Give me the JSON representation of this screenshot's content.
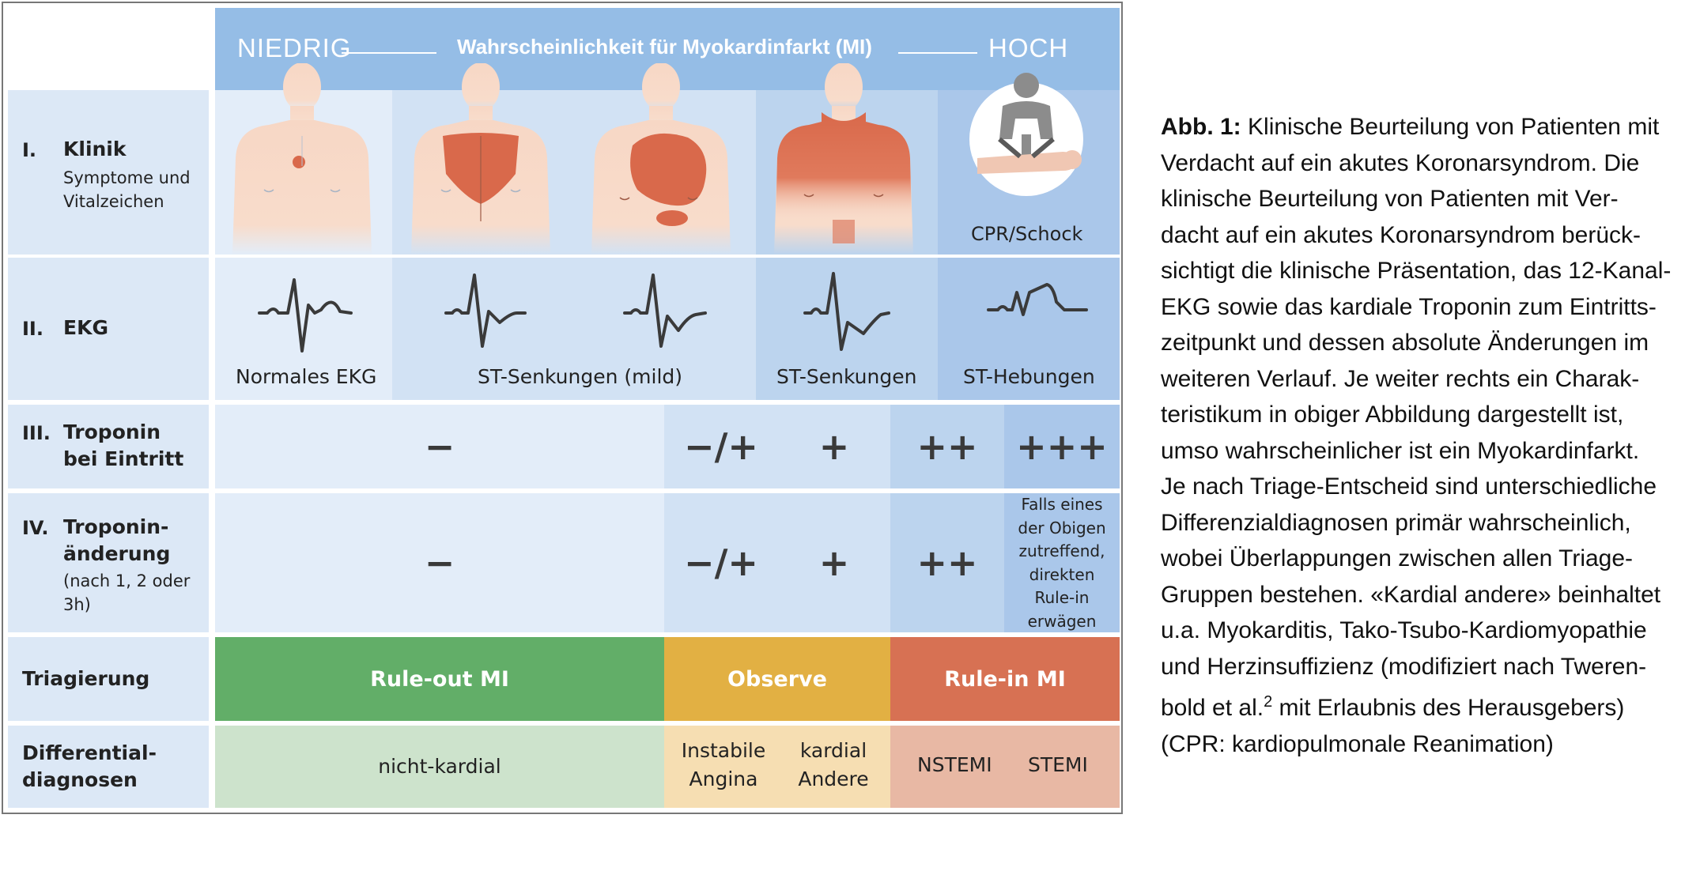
{
  "header": {
    "low": "NIEDRIG",
    "title": "Wahrscheinlichkeit für Myokardinfarkt (MI)",
    "high": "HOCH"
  },
  "rows": {
    "klinik": {
      "num": "I.",
      "title": "Klinik",
      "sub1": "Symptome und",
      "sub2": "Vitalzeichen",
      "cpr": "CPR/Schock"
    },
    "ekg": {
      "num": "II.",
      "title": "EKG",
      "labels": [
        "Normales EKG",
        "ST-Senkungen (mild)",
        "ST-Senkungen",
        "ST-Hebungen"
      ]
    },
    "troponin": {
      "num": "III.",
      "title1": "Troponin",
      "title2": "bei Eintritt",
      "values": [
        "−",
        "−/+",
        "+",
        "++",
        "+++"
      ]
    },
    "change": {
      "num": "IV.",
      "title1": "Troponin-",
      "title2": "änderung",
      "sub1": "(nach 1, 2 oder",
      "sub2": "3h)",
      "values": [
        "−",
        "−/+",
        "+",
        "++"
      ],
      "note": [
        "Falls eines",
        "der Obigen",
        "zutreffend,",
        "direkten",
        "Rule-in",
        "erwägen"
      ]
    },
    "triage": {
      "title": "Triagierung",
      "ruleout": "Rule-out MI",
      "observe": "Observe",
      "rulein": "Rule-in MI"
    },
    "diff": {
      "title1": "Differential-",
      "title2": "diagnosen",
      "nonkardial": "nicht-kardial",
      "instabile1": "Instabile",
      "instabile2": "Angina",
      "kardial1": "kardial",
      "kardial2": "Andere",
      "nstemi": "NSTEMI",
      "stemi": "STEMI"
    }
  },
  "caption": {
    "bold": "Abb. 1:",
    "lines": [
      "Klinische Beurteilung von Patienten mit",
      "Verdacht auf ein akutes Koronarsyndrom. Die",
      "klinische Beurteilung von Patienten mit Ver-",
      "dacht auf ein akutes Koronarsyndrom berück-",
      "sichtigt die klinische Präsentation, das 12-Kanal-",
      "EKG sowie das kardiale Troponin zum Eintritts-",
      "zeitpunkt und dessen absolute Änderungen im",
      "weiteren Verlauf. Je weiter rechts ein Charak-",
      "teristikum in obiger Abbildung dargestellt ist,",
      "umso wahrscheinlicher ist ein Myokardinfarkt.",
      "Je nach Triage-Entscheid sind unterschiedliche",
      "Differenzialdiagnosen primär wahrscheinlich,",
      "wobei Überlappungen zwischen allen Triage-",
      "Gruppen bestehen. «Kardial andere» beinhaltet",
      "u.a. Myokarditis, Tako-Tsubo-Kardiomyopathie",
      "und Herzinsuffizienz (modifiziert nach Tweren-"
    ],
    "last_pre": "bold et al.",
    "sup": "2",
    "last_post": " mit Erlaubnis des Herausgebers)",
    "final": "(CPR: kardiopulmonale Reanimation)"
  },
  "colors": {
    "header": "#95bde6",
    "ruleout": "#62ae68",
    "observe": "#e2b043",
    "rulein": "#d77153",
    "ruleout_light": "#cde3cc",
    "observe_light": "#f6deb2",
    "rulein_light": "#e8b8a4",
    "pain": "#d9694b",
    "ekg_line": "#3a3a3a"
  }
}
